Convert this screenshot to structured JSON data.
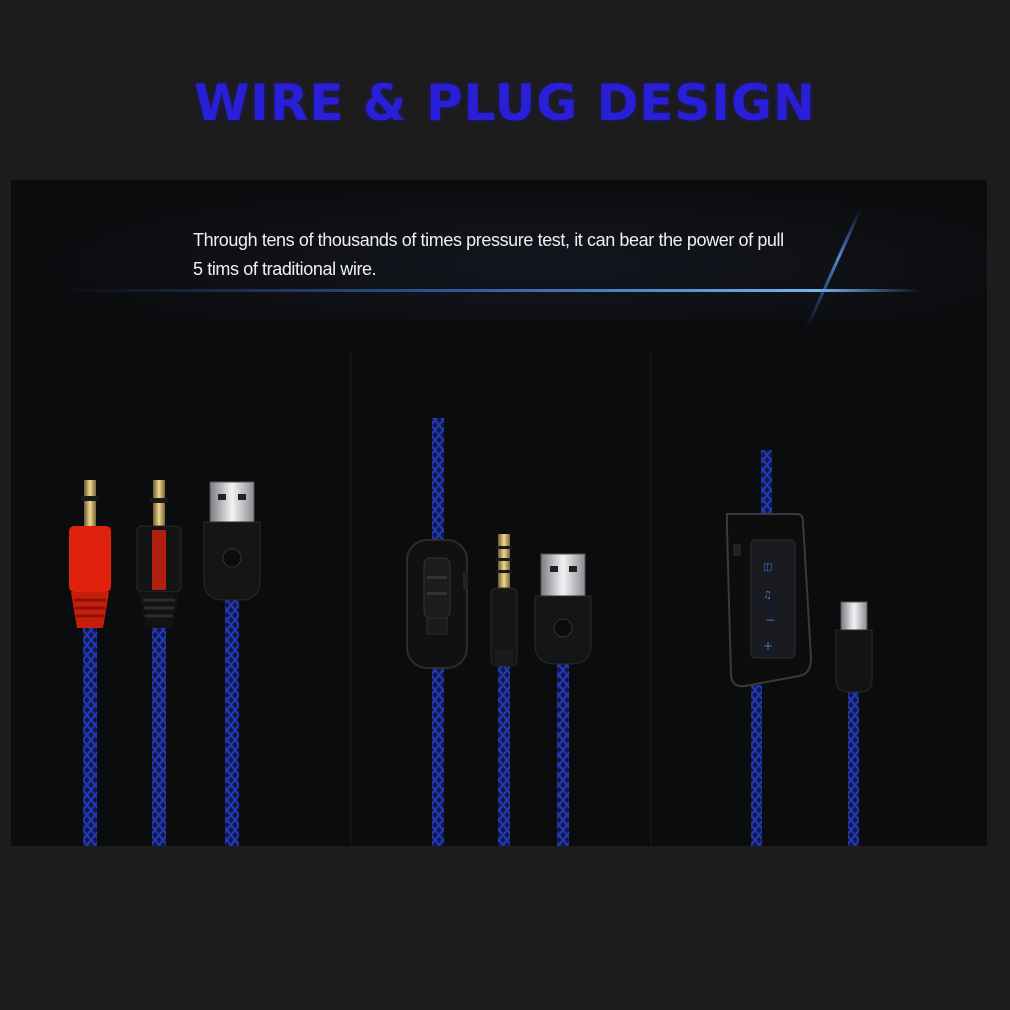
{
  "heading": "WIRE & PLUG DESIGN",
  "description": {
    "line1": "Through tens of thousands of times pressure test, it can bear the power of pull",
    "line2": "5 tims of traditional wire."
  },
  "products": [
    {
      "id": "cable-set-1",
      "items": [
        "3.5mm-plug-red",
        "3.5mm-plug-black",
        "usb-plug"
      ]
    },
    {
      "id": "cable-set-2",
      "items": [
        "inline-volume-control",
        "3.5mm-4-pole-plug",
        "usb-plug"
      ]
    },
    {
      "id": "cable-set-3",
      "items": [
        "usb-sound-card-control",
        "usb-plug"
      ]
    }
  ],
  "colors": {
    "heading": "#2a1fd8",
    "background": "#1c1c1d",
    "panel": "#0b0c0e",
    "accent_glow": "#4a8cff",
    "plug_red": "#e0210c",
    "braid_blue": "#1b2fa8"
  }
}
